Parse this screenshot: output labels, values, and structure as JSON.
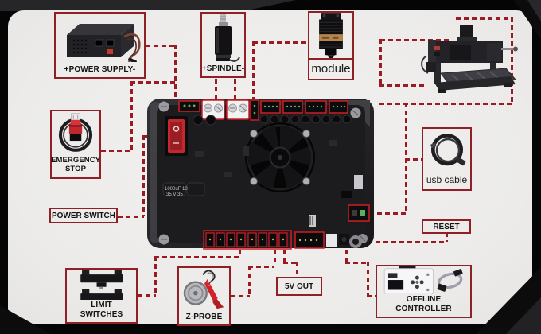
{
  "colors": {
    "accent_dashed_line": "#9c1b22",
    "box_border": "#8e2026",
    "connector_highlight": "#d01c24",
    "card_background": "#efeeec",
    "rocker_switch_red": "#c2282e"
  },
  "labels": {
    "power_supply": "+POWER SUPPLY-",
    "spindle": "+SPINDLE-",
    "module": "module",
    "emergency_stop": "EMERGENCY STOP",
    "power_switch": "POWER SWITCH",
    "usb_cable": "usb cable",
    "reset": "RESET",
    "limit_switches": "LIMIT SWITCHES",
    "z_probe": "Z-PROBE",
    "five_v_out": "5V OUT",
    "offline_controller": "OFFLINE CONTROLLER"
  },
  "board_markings": {
    "cap_line1": "1000uF 10",
    "cap_line2": "35 V  35"
  }
}
